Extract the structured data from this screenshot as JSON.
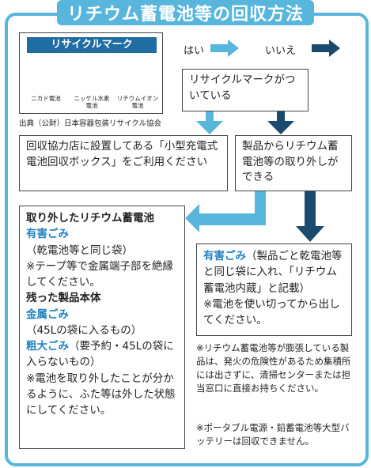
{
  "title": "リチウム蓄電池等の回収方法",
  "colors": {
    "frame": "#58b6dd",
    "yes_arrow": "#58b6dd",
    "no_arrow": "#1a4a6e",
    "accent_text": "#1f82c4",
    "mark_header": "#1f6da3"
  },
  "recycle_mark": {
    "header": "リサイクルマーク",
    "labels": [
      "ニカド電池",
      "ニッケル水素\n電池",
      "リチウムイオン\n電池"
    ],
    "source": "出典（公財）日本容器包装リサイクル協会"
  },
  "legend": {
    "yes": "はい",
    "no": "いいえ"
  },
  "question": "リサイクルマークがついている",
  "store_box": "回収協力店に設置してある「小型充電式電池回収ボックス」をご利用ください",
  "removable_box": "製品からリチウム蓄電池等の取り外しができる",
  "left_box": {
    "heading": "取り外したリチウム蓄電池",
    "hazard": "有害ごみ",
    "hazard_paren": "（乾電池等と同じ袋）",
    "hazard_note": "※テープ等で金属端子部を絶縁してください。",
    "remaining_heading": "残った製品本体",
    "metal": "金属ごみ",
    "metal_paren": "（45Lの袋に入るもの）",
    "bulky": "粗大ごみ",
    "bulky_paren": "（要予約・45Lの袋に入らないもの）",
    "remaining_note": "※電池を取り外したことが分かるように、ふた等は外した状態にしてください。"
  },
  "right_box": {
    "hazard": "有害ごみ",
    "text": "（製品ごと乾電池等と同じ袋に入れ、「リチウム蓄電池内蔵」と記載）",
    "note": "※電池を使い切ってから出してください。"
  },
  "notes": [
    "※リチウム蓄電池等が膨張している製品は、発火の危険性があるため集積所には出さずに、清掃センターまたは担当窓口に直接お持ちください。",
    "※ポータブル電源・鉛蓄電池等大型バッテリーは回収できません。"
  ]
}
